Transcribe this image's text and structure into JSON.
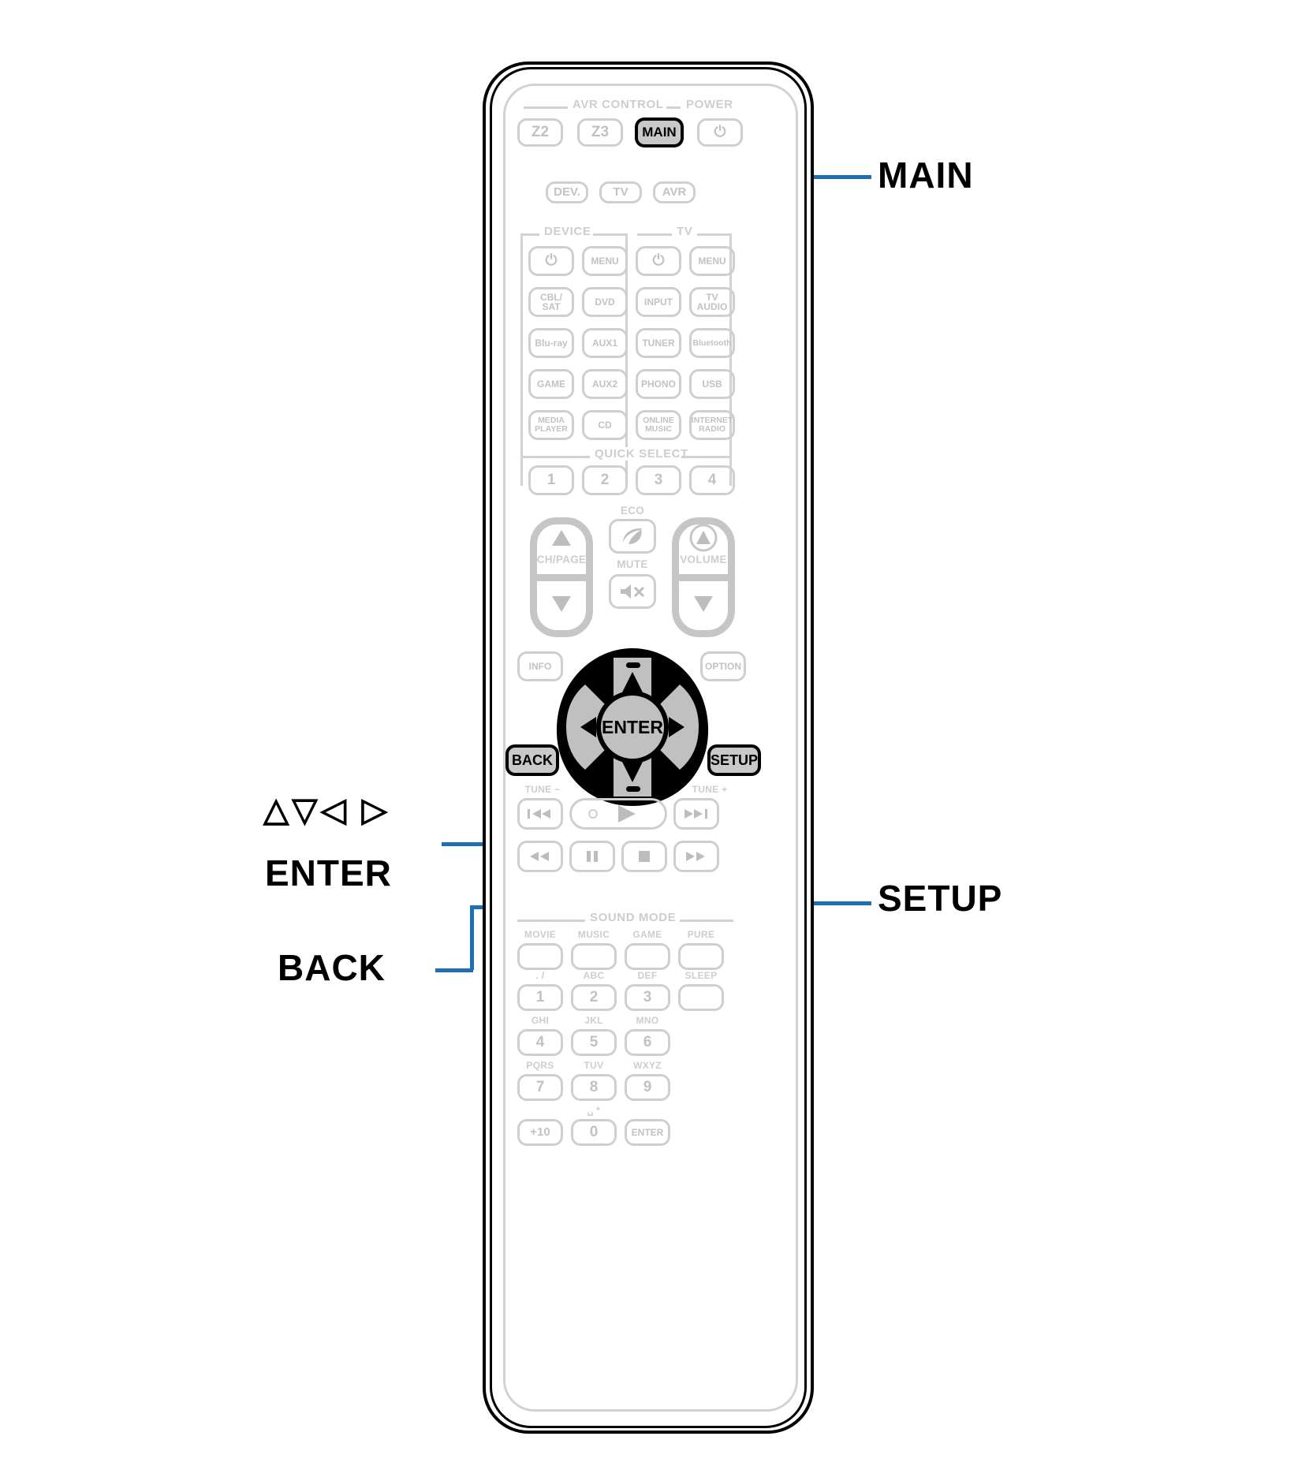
{
  "document": {
    "type": "remote-control-diagram",
    "device": "AV receiver remote control unit"
  },
  "callouts": [
    {
      "id": "main",
      "label": "MAIN",
      "target": "main-button"
    },
    {
      "id": "cursor",
      "label": "△▽◁ ▷",
      "target": "cursor-cluster"
    },
    {
      "id": "enter",
      "label": "ENTER",
      "target": "enter-button"
    },
    {
      "id": "back",
      "label": "BACK",
      "target": "back-button"
    },
    {
      "id": "setup",
      "label": "SETUP",
      "target": "setup-button"
    }
  ],
  "remote": {
    "avr_control": {
      "group_label": "AVR CONTROL",
      "power_label": "POWER",
      "buttons": [
        {
          "name": "zone2",
          "label": "Z2",
          "style": "plain"
        },
        {
          "name": "zone3",
          "label": "Z3",
          "style": "plain"
        },
        {
          "name": "main",
          "label": "MAIN",
          "style": "highlight"
        },
        {
          "name": "power",
          "label": "⏻",
          "style": "plain"
        }
      ]
    },
    "mode_row": [
      {
        "name": "dev",
        "label": "DEV."
      },
      {
        "name": "tv",
        "label": "TV"
      },
      {
        "name": "avr",
        "label": "AVR"
      }
    ],
    "device_group": {
      "label": "DEVICE",
      "buttons": [
        {
          "name": "device-power",
          "label": "⏻"
        },
        {
          "name": "device-menu",
          "label": "MENU"
        },
        {
          "name": "cbl-sat",
          "label": "CBL/\nSAT"
        },
        {
          "name": "dvd",
          "label": "DVD"
        },
        {
          "name": "blu-ray",
          "label": "Blu-ray"
        },
        {
          "name": "aux1",
          "label": "AUX1"
        },
        {
          "name": "game",
          "label": "GAME"
        },
        {
          "name": "aux2",
          "label": "AUX2"
        },
        {
          "name": "media-player",
          "label": "MEDIA\nPLAYER"
        },
        {
          "name": "cd",
          "label": "CD"
        }
      ]
    },
    "tv_group": {
      "label": "TV",
      "buttons": [
        {
          "name": "tv-power",
          "label": "⏻"
        },
        {
          "name": "tv-menu",
          "label": "MENU"
        },
        {
          "name": "input",
          "label": "INPUT"
        },
        {
          "name": "tv-audio",
          "label": "TV\nAUDIO"
        },
        {
          "name": "tuner",
          "label": "TUNER"
        },
        {
          "name": "bluetooth",
          "label": "Bluetooth"
        },
        {
          "name": "phono",
          "label": "PHONO"
        },
        {
          "name": "usb",
          "label": "USB"
        },
        {
          "name": "online-music",
          "label": "ONLINE\nMUSIC"
        },
        {
          "name": "internet-radio",
          "label": "INTERNET\nRADIO"
        }
      ]
    },
    "quick_select": {
      "label": "QUICK SELECT",
      "buttons": [
        {
          "name": "quick-select-1",
          "label": "1"
        },
        {
          "name": "quick-select-2",
          "label": "2"
        },
        {
          "name": "quick-select-3",
          "label": "3"
        },
        {
          "name": "quick-select-4",
          "label": "4"
        }
      ]
    },
    "control_row": {
      "ch_page_label": "CH/PAGE",
      "eco_label": "ECO",
      "mute_label": "MUTE",
      "volume_label": "VOLUME"
    },
    "nav": {
      "info_label": "INFO",
      "option_label": "OPTION",
      "enter_label": "ENTER",
      "back_label": "BACK",
      "setup_label": "SETUP"
    },
    "transport": {
      "tune_minus_label": "TUNE −",
      "tune_plus_label": "TUNE +",
      "buttons": [
        {
          "name": "skip-previous",
          "icon": "skip-previous-icon"
        },
        {
          "name": "play",
          "icon": "play-icon"
        },
        {
          "name": "skip-next",
          "icon": "skip-next-icon"
        },
        {
          "name": "rewind",
          "icon": "rewind-icon"
        },
        {
          "name": "pause",
          "icon": "pause-icon"
        },
        {
          "name": "stop",
          "icon": "stop-icon"
        },
        {
          "name": "fast-forward",
          "icon": "fast-forward-icon"
        }
      ]
    },
    "sound_mode": {
      "label": "SOUND MODE",
      "buttons": [
        {
          "name": "movie",
          "label": "MOVIE"
        },
        {
          "name": "music",
          "label": "MUSIC"
        },
        {
          "name": "game-mode",
          "label": "GAME"
        },
        {
          "name": "pure",
          "label": "PURE"
        }
      ]
    },
    "keypad": {
      "sleep_label": "SLEEP",
      "keys": [
        {
          "name": "key-1",
          "label": "1",
          "sub": ". /"
        },
        {
          "name": "key-2",
          "label": "2",
          "sub": "ABC"
        },
        {
          "name": "key-3",
          "label": "3",
          "sub": "DEF"
        },
        {
          "name": "key-sleep",
          "label": "",
          "sub": "SLEEP"
        },
        {
          "name": "key-4",
          "label": "4",
          "sub": "GHI"
        },
        {
          "name": "key-5",
          "label": "5",
          "sub": "JKL"
        },
        {
          "name": "key-6",
          "label": "6",
          "sub": "MNO"
        },
        {
          "name": "key-7",
          "label": "7",
          "sub": "PQRS"
        },
        {
          "name": "key-8",
          "label": "8",
          "sub": "TUV"
        },
        {
          "name": "key-9",
          "label": "9",
          "sub": "WXYZ"
        },
        {
          "name": "key-plus10",
          "label": "+10",
          "sub": ""
        },
        {
          "name": "key-0",
          "label": "0",
          "sub": "␣ *"
        },
        {
          "name": "key-enter",
          "label": "ENTER",
          "sub": ""
        }
      ]
    }
  }
}
